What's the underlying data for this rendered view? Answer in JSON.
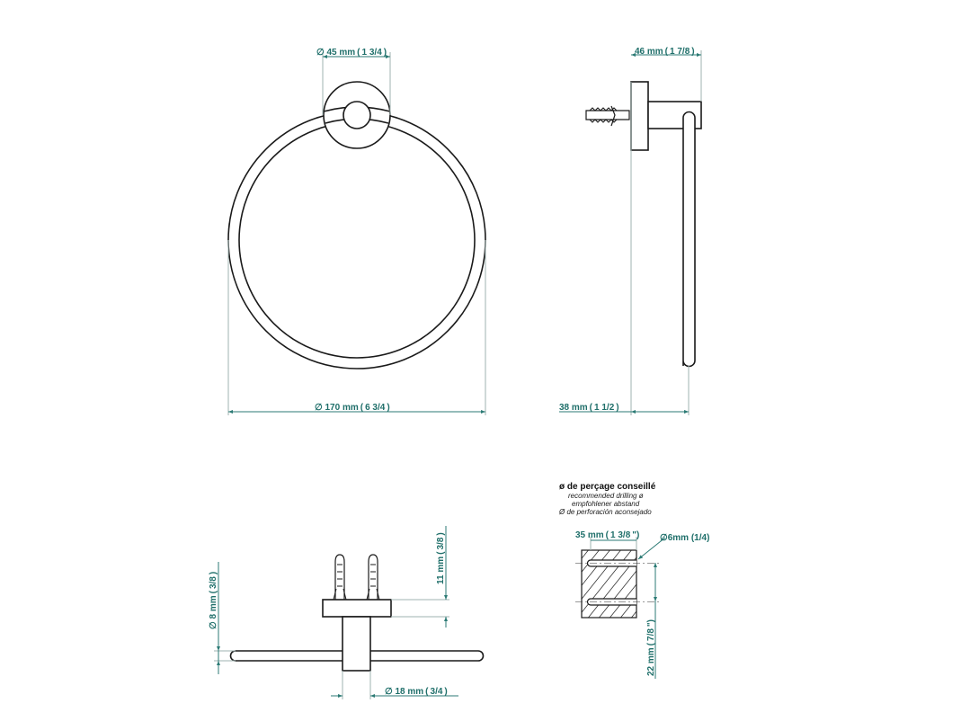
{
  "drawing": {
    "front_view": {
      "mount_diameter": "∅ 45 mm ( 1 3/4 )",
      "ring_diameter": "∅ 170 mm ( 6 3/4 )"
    },
    "side_view": {
      "depth": "46 mm ( 1 7/8 )",
      "ring_offset": "38 mm ( 1 1/2 )"
    },
    "bottom_view": {
      "rod_diameter": "∅ 8 mm ( 3/8 )",
      "plate_thickness": "11 mm ( 3/8 )",
      "post_diameter": "∅ 18 mm ( 3/4 )"
    },
    "drilling_note": {
      "title": "ø de perçage conseillé",
      "line_en": "recommended drilling ø",
      "line_de": "empfohlener abstand",
      "line_es": "Ø de perforación aconsejado",
      "hole_spacing": "35 mm ( 1 3/8 \")",
      "hole_diameter": "∅6mm (1/4)",
      "edge_distance": "22 mm ( 7/8 \")"
    },
    "colors": {
      "dimension": "#1f6f6a",
      "object_line": "#1a1a1a",
      "extension_line": "#9fb3b1"
    }
  }
}
